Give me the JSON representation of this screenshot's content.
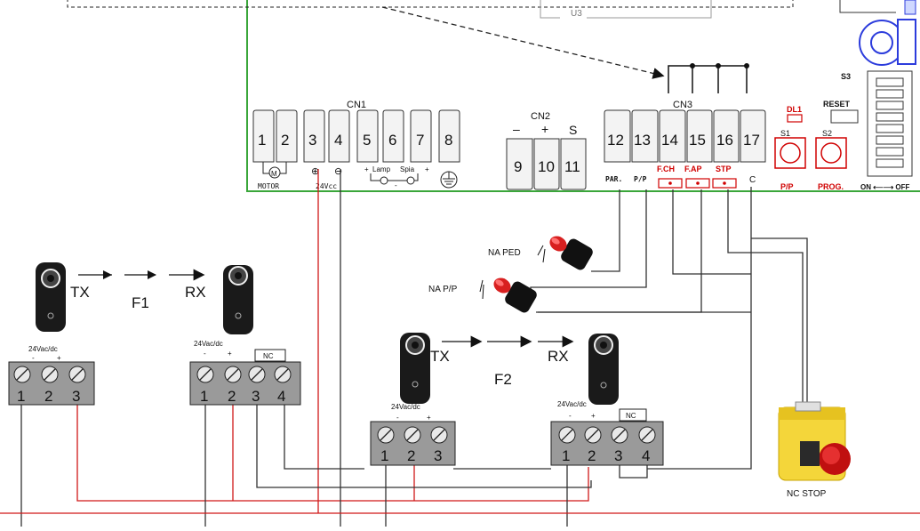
{
  "board": {
    "top_chip": "U3",
    "cn1": {
      "label": "CN1",
      "terminals": [
        "1",
        "2",
        "3",
        "4",
        "5",
        "6",
        "7",
        "8"
      ],
      "motor": "MOTOR",
      "motor_symbol": "M",
      "power": "24Vcc",
      "plus": "⊕",
      "minus": "⊖",
      "lamp": "Lamp",
      "spia": "Spia",
      "sym_plus": "+",
      "sym_minus": "-"
    },
    "cn2": {
      "label": "CN2",
      "terminals": [
        "9",
        "10",
        "11"
      ],
      "signs": [
        "–",
        "+",
        "S"
      ]
    },
    "cn3": {
      "label": "CN3",
      "terminals": [
        "12",
        "13",
        "14",
        "15",
        "16",
        "17"
      ],
      "labels": [
        "PAR.",
        "P/P",
        "F.CH",
        "F.AP",
        "STP",
        "C"
      ]
    },
    "s1": {
      "label": "S1",
      "sub": "P/P"
    },
    "s2": {
      "label": "S2",
      "sub": "PROG."
    },
    "dl1": "DL1",
    "reset": "RESET",
    "s3": {
      "label": "S3",
      "on_off": "ON ⟵⟶ OFF"
    },
    "plus_mark": "+"
  },
  "photocell_f1": {
    "name": "F1",
    "tx": "TX",
    "rx": "RX",
    "tx_block": {
      "voltage": "24Vac/dc",
      "pol": [
        "-",
        "+"
      ],
      "terminals": [
        "1",
        "2",
        "3"
      ]
    },
    "rx_block": {
      "voltage": "24Vac/dc",
      "pol": [
        "-",
        "+"
      ],
      "nc": "NC",
      "terminals": [
        "1",
        "2",
        "3",
        "4"
      ]
    }
  },
  "photocell_f2": {
    "name": "F2",
    "tx": "TX",
    "rx": "RX",
    "tx_block": {
      "voltage": "24Vac/dc",
      "pol": [
        "-",
        "+"
      ],
      "terminals": [
        "1",
        "2",
        "3"
      ]
    },
    "rx_block": {
      "voltage": "24Vac/dc",
      "pol": [
        "-",
        "+"
      ],
      "nc": "NC",
      "terminals": [
        "1",
        "2",
        "3",
        "4"
      ]
    }
  },
  "buttons": {
    "na_ped": "NA PED",
    "na_pp": "NA P/P",
    "nc_stop": "NC STOP"
  },
  "colors": {
    "board_border": "#3aa63a",
    "wire_red": "#d01818",
    "wire_dark": "#333333",
    "terminal_fill": "#e8e8e8",
    "block_fill": "#9a9a9a",
    "button_red": "#d82020"
  }
}
